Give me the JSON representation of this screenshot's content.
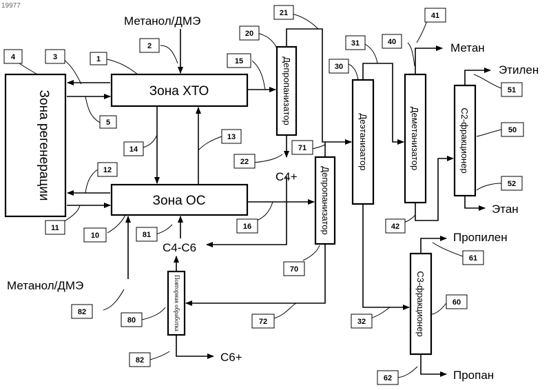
{
  "doc_id": "19977",
  "zones": {
    "regen": "Зона регенерации",
    "xto": "Зона ХТО",
    "os": "Зона ОС"
  },
  "columns": {
    "depropanizer_top": "Депропанизатор",
    "depropanizer_bottom": "Депропанизатор",
    "deethanizer": "Деэтанизатор",
    "demethanizer": "Деметанизатор",
    "c2_fractionator": "С2-фракционер",
    "c3_fractionator": "С3-фракционер",
    "reprocessing": "Повторная обработка"
  },
  "streams": {
    "methanol_top": "Метанол/ДМЭ",
    "methanol_bottom": "Метанол/ДМЭ",
    "methane": "Метан",
    "ethylene": "Этилен",
    "ethane": "Этан",
    "propylene": "Пропилен",
    "propane": "Пропан",
    "c4plus": "С4+",
    "c4c6": "С4-С6",
    "c6plus": "С6+"
  },
  "refs": {
    "r1": "1",
    "r2": "2",
    "r3": "3",
    "r4": "4",
    "r5": "5",
    "r10": "10",
    "r11": "11",
    "r12": "12",
    "r13": "13",
    "r14": "14",
    "r15": "15",
    "r16": "16",
    "r20": "20",
    "r21": "21",
    "r22": "22",
    "r30": "30",
    "r31": "31",
    "r32": "32",
    "r40": "40",
    "r41": "41",
    "r42": "42",
    "r50": "50",
    "r51": "51",
    "r52": "52",
    "r60": "60",
    "r61": "61",
    "r62": "62",
    "r70": "70",
    "r71": "71",
    "r72": "72",
    "r80": "80",
    "r81": "81",
    "r82a": "82",
    "r82b": "82"
  }
}
